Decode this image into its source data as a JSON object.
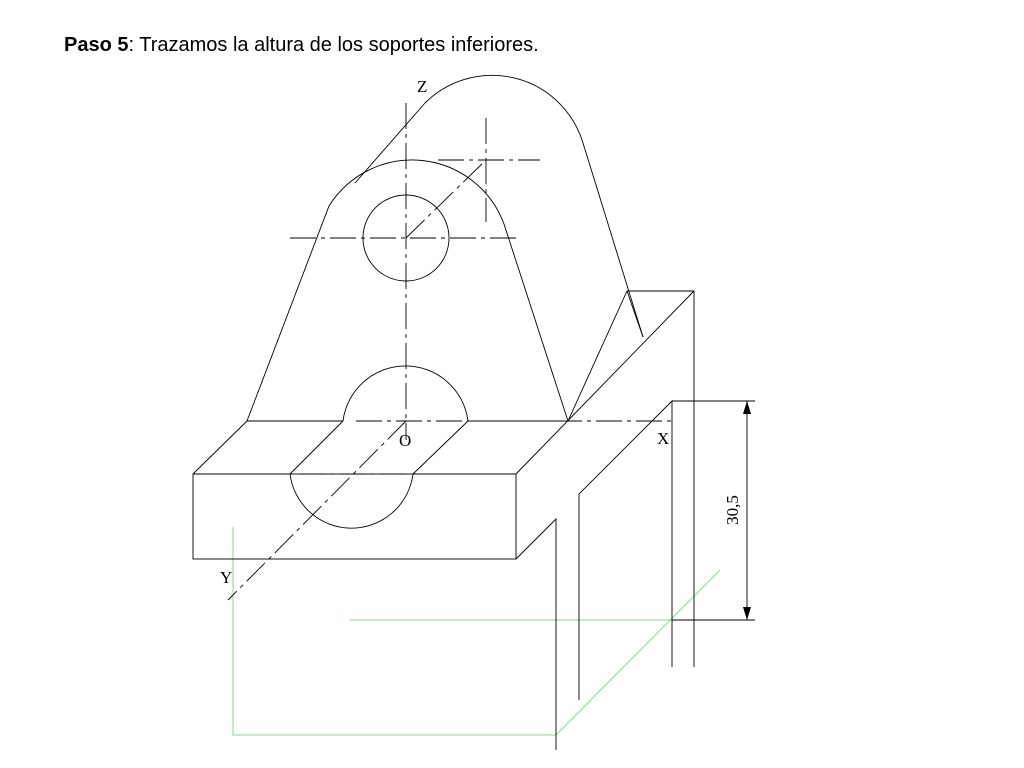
{
  "slide": {
    "step_label": "Paso 5",
    "step_separator": ":",
    "step_text": " Trazamos la altura de los soportes inferiores."
  },
  "drawing": {
    "axis_z": "Z",
    "axis_x": "X",
    "axis_y": "Y",
    "origin": "O",
    "dimension": "30,5"
  },
  "colors": {
    "lines": "#000000",
    "construction": "#7ee27e",
    "background": "#ffffff"
  }
}
